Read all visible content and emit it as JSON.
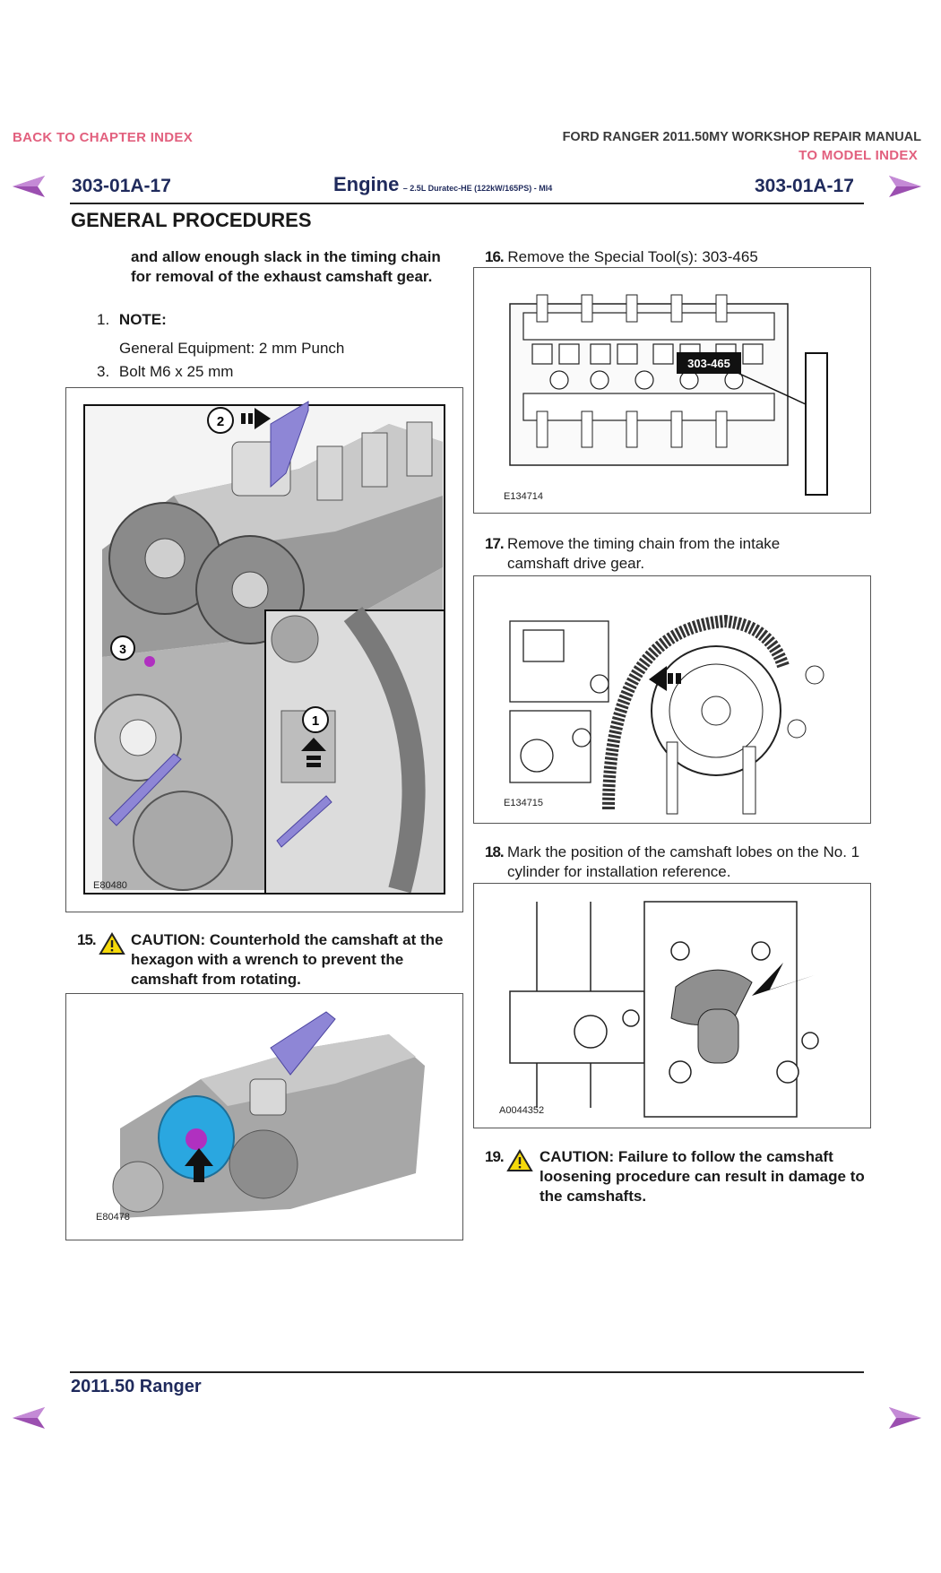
{
  "header": {
    "back_link": "BACK TO CHAPTER INDEX",
    "manual_title": "FORD RANGER 2011.50MY WORKSHOP REPAIR MANUAL",
    "model_link": "TO MODEL INDEX",
    "page_code_left": "303-01A-17",
    "page_code_right": "303-01A-17",
    "section_title": "Engine",
    "section_subtitle": "– 2.5L Duratec-HE (122kW/165PS) - MI4",
    "procedure_title": "GENERAL PROCEDURES"
  },
  "colors": {
    "accent_pink": "#e2607e",
    "nav_arrow": "#9b4fb0",
    "navy": "#1f2a5c",
    "tool_blue": "#8e86d6"
  },
  "left": {
    "intro_text": "and allow enough slack in the timing chain for removal of the exhaust camshaft gear.",
    "note_no": "1.",
    "note_label": "NOTE:",
    "equipment": "General Equipment: 2 mm Punch",
    "bolt_no": "3.",
    "bolt": "Bolt M6 x 25 mm",
    "fig1": {
      "code": "E80480",
      "callouts": [
        "1",
        "2",
        "3"
      ]
    },
    "step15": {
      "number": "15.",
      "text": "CAUTION: Counterhold the camshaft at the hexagon with a wrench to prevent the camshaft from rotating."
    },
    "fig2": {
      "code": "E80478"
    }
  },
  "right": {
    "step16": {
      "number": "16.",
      "text": "Remove the Special Tool(s): 303-465"
    },
    "fig3": {
      "code": "E134714",
      "tool_label": "303-465"
    },
    "step17": {
      "number": "17.",
      "text": "Remove the timing chain from the intake camshaft drive gear."
    },
    "fig4": {
      "code": "E134715"
    },
    "step18": {
      "number": "18.",
      "text": "Mark the position of the camshaft lobes on the No. 1 cylinder for installation reference."
    },
    "fig5": {
      "code": "A0044352"
    },
    "step19": {
      "number": "19.",
      "text": "CAUTION: Failure to follow the camshaft loosening procedure can result in damage to the camshafts."
    }
  },
  "footer": {
    "model": "2011.50 Ranger"
  }
}
